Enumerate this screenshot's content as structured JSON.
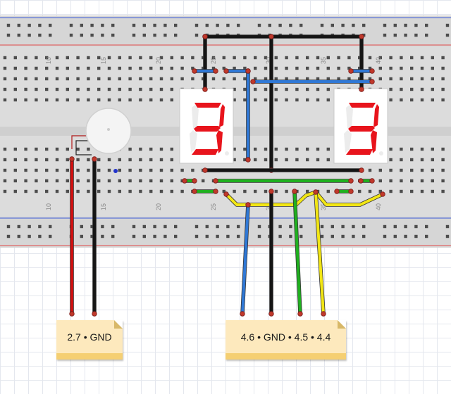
{
  "labels": {
    "left_note": "2.7 • GND",
    "right_note": "4.6 • GND • 4.5 • 4.4"
  },
  "column_numbers": {
    "top": [
      "10",
      "15",
      "20",
      "25",
      "30",
      "35",
      "40"
    ],
    "bottom": [
      "10",
      "15",
      "20",
      "25",
      "30",
      "35",
      "40"
    ]
  },
  "digits": {
    "left_display": "3",
    "right_display": "3"
  },
  "colors": {
    "wire_red": "#d01010",
    "wire_black": "#151515",
    "wire_blue": "#2f78d6",
    "wire_green": "#1fb01f",
    "wire_yellow": "#f2e614",
    "segment_on": "#e8141c",
    "segment_off": "#ececec",
    "breadboard": "#dcdcdc",
    "rail_red": "#e14a4a",
    "rail_blue": "#3a5bd8",
    "note_fill": "#fde9bd"
  },
  "icons": {
    "buzzer": "piezo-buzzer-icon",
    "display": "seven-segment-display-icon"
  }
}
